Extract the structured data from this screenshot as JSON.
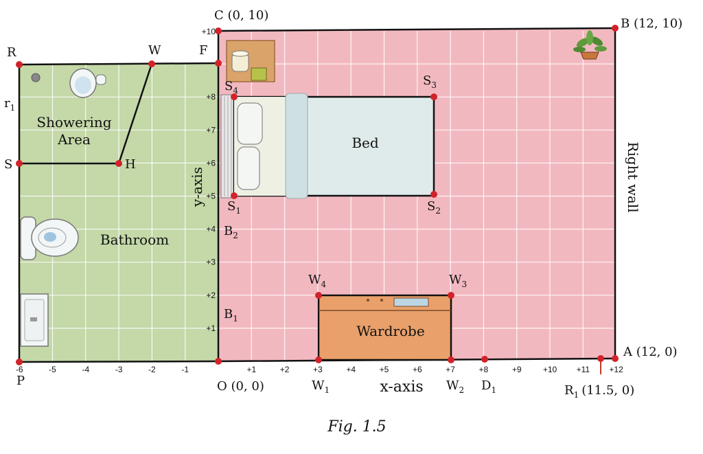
{
  "figure": {
    "caption": "Fig. 1.5",
    "colors": {
      "bedroom_fill": "#f2b8c0",
      "bathroom_fill": "#c4d8a8",
      "wardrobe_fill": "#e9a06a",
      "bed_fill": "#dfeaea",
      "grid_line": "#ffffff",
      "wall": "#111111",
      "point": "#d2232a"
    },
    "axes": {
      "x_label": "x-axis",
      "y_label": "y-axis",
      "x_ticks": [
        "-6",
        "-5",
        "-4",
        "-3",
        "-2",
        "-1",
        "+1",
        "+2",
        "+3",
        "+4",
        "+5",
        "+6",
        "+7",
        "+8",
        "+9",
        "+10",
        "+11",
        "+12"
      ],
      "y_ticks": [
        "+1",
        "+2",
        "+3",
        "+4",
        "+5",
        "+6",
        "+7",
        "+8",
        "+10"
      ]
    },
    "rooms": {
      "showering_area_line1": "Showering",
      "showering_area_line2": "Area",
      "bathroom": "Bathroom",
      "bed": "Bed",
      "wardrobe": "Wardrobe",
      "right_wall": "Right wall"
    },
    "points": {
      "C": "C (0, 10)",
      "B": "B (12, 10)",
      "A": "A (12, 0)",
      "O": "O (0, 0)",
      "R1": "R",
      "R1_sub": "1",
      "R1_coord": "(11.5, 0)",
      "R": "R",
      "W": "W",
      "F": "F",
      "r1": "r",
      "r1_sub": "1",
      "S": "S",
      "H": "H",
      "P": "P",
      "S1": "S",
      "S1_sub": "1",
      "S2": "S",
      "S2_sub": "2",
      "S3": "S",
      "S3_sub": "3",
      "S4": "S",
      "S4_sub": "4",
      "B1": "B",
      "B1_sub": "1",
      "B2": "B",
      "B2_sub": "2",
      "W1": "W",
      "W1_sub": "1",
      "W2": "W",
      "W2_sub": "2",
      "W3": "W",
      "W3_sub": "3",
      "W4": "W",
      "W4_sub": "4",
      "D1": "D",
      "D1_sub": "1"
    },
    "icons": [
      "plant-icon",
      "lamp-icon",
      "toilet-icon",
      "sink-icon",
      "basin-icon",
      "drain-icon"
    ]
  }
}
